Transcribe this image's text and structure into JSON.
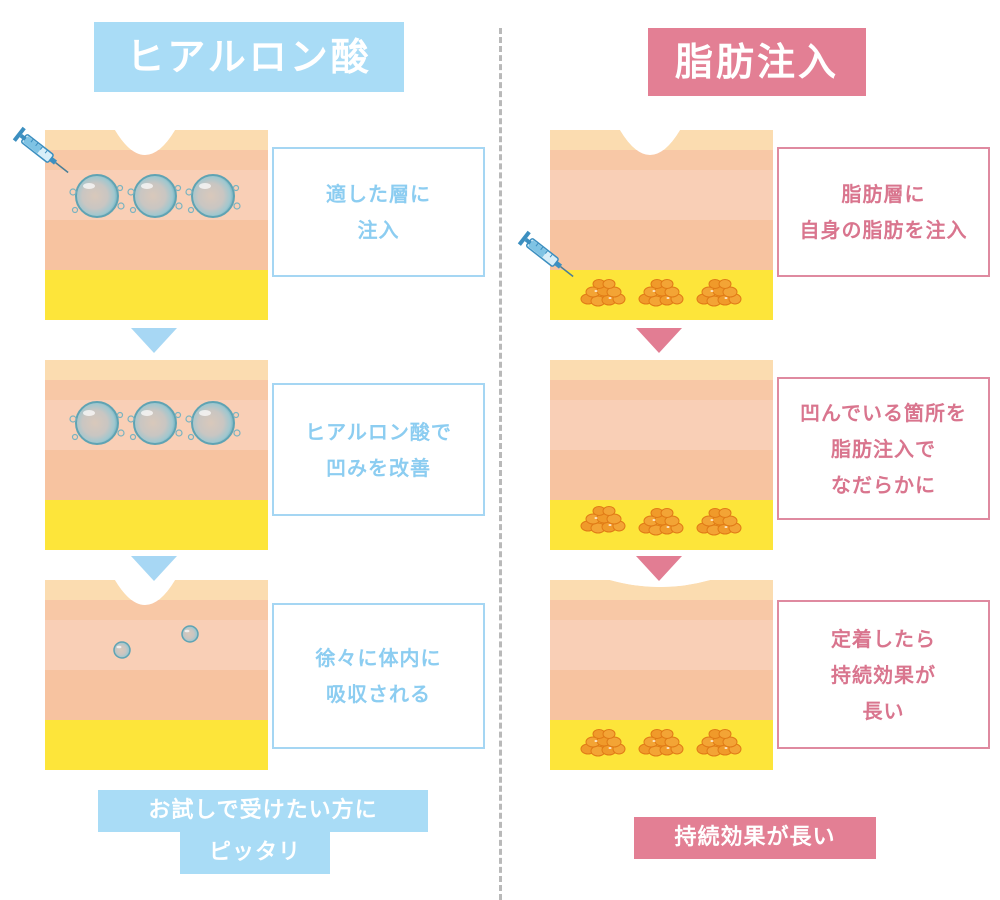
{
  "left": {
    "title": "ヒアルロン酸",
    "steps": [
      {
        "text": "適した層に\n注入"
      },
      {
        "text": "ヒアルロン酸で\n凹みを改善"
      },
      {
        "text": "徐々に体内に\n吸収される"
      }
    ],
    "summary_line1": "お試しで受けたい方に",
    "summary_line2": "ピッタリ",
    "color": "#a9dcf6"
  },
  "right": {
    "title": "脂肪注入",
    "steps": [
      {
        "text": "脂肪層に\n自身の脂肪を注入"
      },
      {
        "text": "凹んでいる箇所を\n脂肪注入で\nなだらかに"
      },
      {
        "text": "定着したら\n持続効果が\n長い"
      }
    ],
    "summary": "持続効果が長い",
    "color": "#e37f94"
  },
  "colors": {
    "skin_top": "#fbdcb0",
    "skin_upper": "#f8c8a6",
    "skin_mid": "#f9cfb6",
    "skin_lower": "#f7c3a0",
    "fat": "#fde53a",
    "fat_globule": "#f09a2a"
  },
  "icons": [
    "syringe-icon",
    "hyaluronic-bubble-icon",
    "fat-cluster-icon",
    "down-arrow-icon"
  ]
}
